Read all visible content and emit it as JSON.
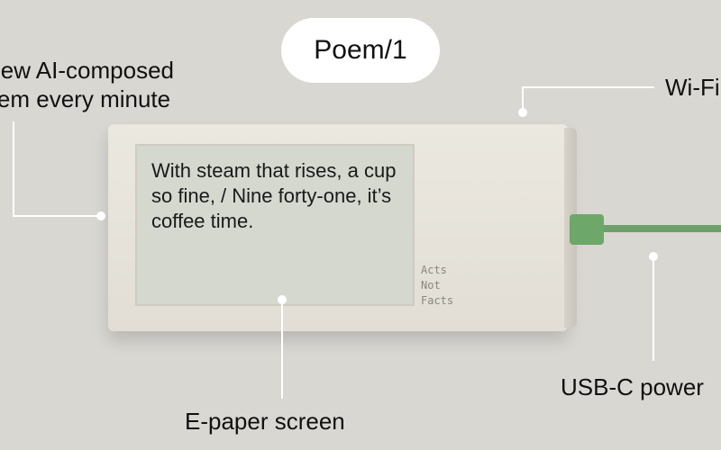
{
  "title": "Poem/1",
  "callouts": {
    "poem_line1": "New AI-composed",
    "poem_line2": "poem every minute",
    "wifi": "Wi-Fi",
    "usb": "USB-C power",
    "screen": "E-paper screen"
  },
  "device": {
    "screen_text": "With steam that rises, a cup so fine, / Nine forty-one, it’s coffee time.",
    "brand_lines": [
      "Acts",
      "Not",
      "Facts"
    ]
  },
  "colors": {
    "background": "#d9d7d2",
    "cable": "#6fa06a",
    "screen": "#d4d8cf"
  }
}
